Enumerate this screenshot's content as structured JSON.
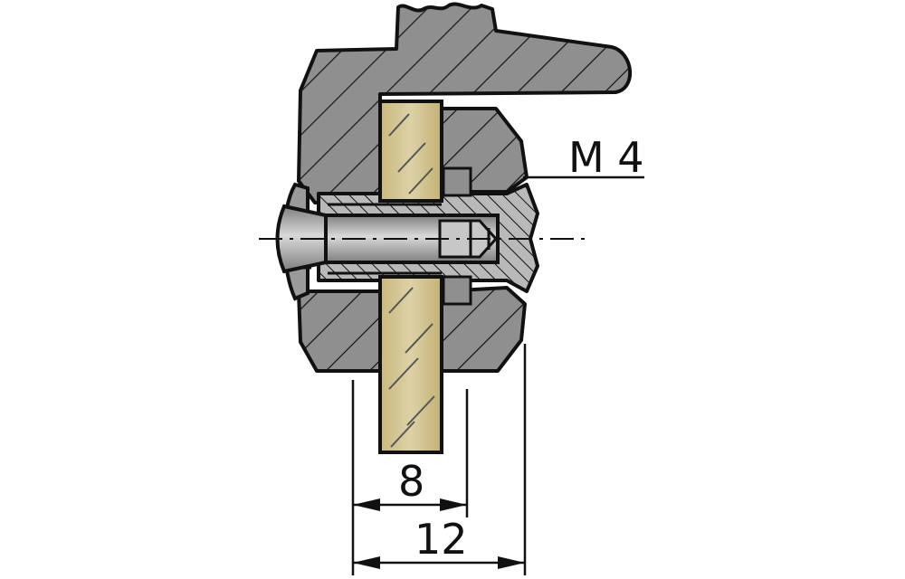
{
  "labels": {
    "thread": "M 4",
    "dim_inner": "8",
    "dim_outer": "12"
  },
  "colors": {
    "metal": "#8f8f8f",
    "metal_light": "#b9b9b9",
    "screw": "#a9a9a9",
    "panel": "#d3c592",
    "outline": "#111111",
    "background": "#ffffff"
  }
}
